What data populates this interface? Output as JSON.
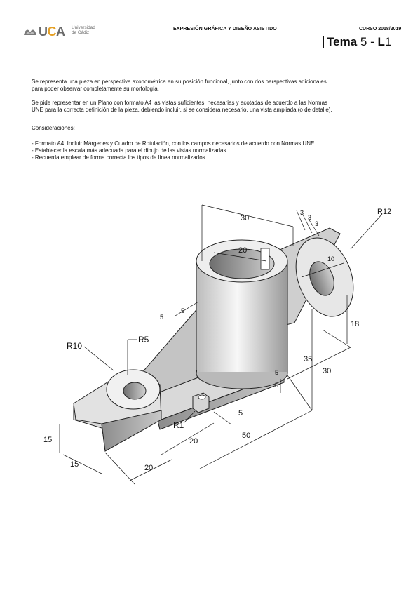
{
  "header": {
    "logo_text": "UCA",
    "university_line1": "Universidad",
    "university_line2": "de Cádiz",
    "subject": "EXPRESIÓN GRÁFICA Y DISEÑO ASISTIDO",
    "course": "CURSO 2018/2019",
    "tema_word": "Tema",
    "tema_number": "5",
    "tema_sep": "-",
    "tema_l": "L",
    "tema_lnum": "1"
  },
  "body": {
    "p1_line1": "Se representa una pieza en perspectiva axonométrica en su posición funcional, junto con dos perspectivas adicionales",
    "p1_line2": "para poder observar completamente su morfología.",
    "p2_line1": "Se pide representar en un Plano con formato A4 las vistas suficientes, necesarias y acotadas de acuerdo a las Normas",
    "p2_line2": "UNE para la correcta definición de la pieza, debiendo incluir, si se considera necesario, una vista ampliada (o de detalle).",
    "considerations_title": "Consideraciones:",
    "items": [
      "- Formato A4. Incluir Márgenes y Cuadro de Rotulación, con los campos necesarios de acuerdo con Normas UNE.",
      "- Establecer la escala más adecuada para el dibujo de las vistas normalizadas.",
      "- Recuerda emplear de forma correcta los tipos de línea normalizados."
    ]
  },
  "drawing": {
    "dim_30_top": "30",
    "dim_20": "20",
    "dim_3a": "3",
    "dim_3b": "3",
    "dim_3c": "3",
    "dim_r12": "R12",
    "dim_10": "10",
    "dim_18": "18",
    "dim_35": "35",
    "dim_30_side": "30",
    "dim_5a": "5",
    "dim_5b": "5",
    "dim_5c": "5",
    "dim_5d": "5",
    "dim_r10": "R10",
    "dim_r5": "R5",
    "dim_r1": "R1",
    "dim_5_base": "5",
    "dim_20_base": "20",
    "dim_50": "50",
    "dim_15_left": "15",
    "dim_15_bottom": "15",
    "dim_20_bottom": "20"
  }
}
